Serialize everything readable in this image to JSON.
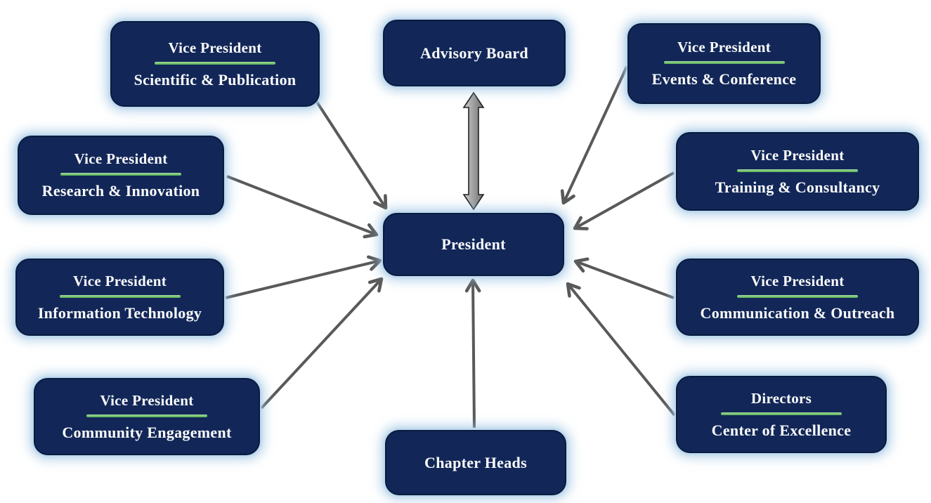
{
  "diagram": {
    "type": "org-chart",
    "background": "#ffffff",
    "nodes": {
      "advisory_board": {
        "label": "Advisory Board"
      },
      "president": {
        "label": "President"
      },
      "chapter_heads": {
        "label": "Chapter Heads"
      },
      "vp_scientific": {
        "title": "Vice President",
        "subtitle": "Scientific & Publication"
      },
      "vp_research": {
        "title": "Vice President",
        "subtitle": "Research & Innovation"
      },
      "vp_it": {
        "title": "Vice President",
        "subtitle": "Information Technology"
      },
      "vp_community": {
        "title": "Vice President",
        "subtitle": "Community Engagement"
      },
      "vp_events": {
        "title": "Vice President",
        "subtitle": "Events & Conference"
      },
      "vp_training": {
        "title": "Vice President",
        "subtitle": "Training & Consultancy"
      },
      "vp_communication": {
        "title": "Vice President",
        "subtitle": "Communication & Outreach"
      },
      "directors": {
        "title": "Directors",
        "subtitle": "Center of Excellence"
      }
    },
    "connections": [
      {
        "from": "advisory_board",
        "to": "president",
        "style": "double-arrow"
      },
      {
        "from": "vp_scientific",
        "to": "president",
        "style": "arrow"
      },
      {
        "from": "vp_research",
        "to": "president",
        "style": "arrow"
      },
      {
        "from": "vp_it",
        "to": "president",
        "style": "arrow"
      },
      {
        "from": "vp_community",
        "to": "president",
        "style": "arrow"
      },
      {
        "from": "chapter_heads",
        "to": "president",
        "style": "arrow"
      },
      {
        "from": "vp_events",
        "to": "president",
        "style": "arrow"
      },
      {
        "from": "vp_training",
        "to": "president",
        "style": "arrow"
      },
      {
        "from": "vp_communication",
        "to": "president",
        "style": "arrow"
      },
      {
        "from": "directors",
        "to": "president",
        "style": "arrow"
      }
    ],
    "colors": {
      "box_fill": "#122758",
      "box_border": "#0a1b3f",
      "box_glow": "#aecfe8",
      "text": "#fbfbfb",
      "divider_green": "#6fbf58",
      "arrow_gray": "#595959"
    }
  }
}
